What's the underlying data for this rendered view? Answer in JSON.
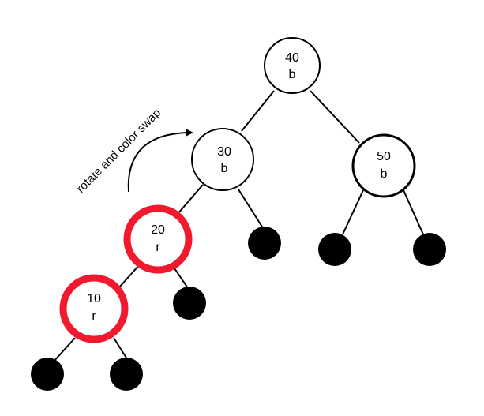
{
  "title": "Red-black tree rotation",
  "annotation": {
    "label": "rotate and color swap",
    "icon": "curved-arrow-icon"
  },
  "colors": {
    "red": "#f0192d",
    "black": "#000000",
    "fill": "#ffffff"
  },
  "nodes": [
    {
      "id": "n40",
      "key": "40",
      "color_label": "b",
      "color": "black"
    },
    {
      "id": "n30",
      "key": "30",
      "color_label": "b",
      "color": "black"
    },
    {
      "id": "n50",
      "key": "50",
      "color_label": "b",
      "color": "black"
    },
    {
      "id": "n20",
      "key": "20",
      "color_label": "r",
      "color": "red"
    },
    {
      "id": "n10",
      "key": "10",
      "color_label": "r",
      "color": "red"
    }
  ],
  "nil_leaves": [
    {
      "id": "nil-30-right",
      "parent": "30"
    },
    {
      "id": "nil-50-left",
      "parent": "50"
    },
    {
      "id": "nil-50-right",
      "parent": "50"
    },
    {
      "id": "nil-20-right",
      "parent": "20"
    },
    {
      "id": "nil-10-left",
      "parent": "10"
    },
    {
      "id": "nil-10-right",
      "parent": "10"
    }
  ],
  "edges": [
    {
      "from": "40",
      "to": "30"
    },
    {
      "from": "40",
      "to": "50"
    },
    {
      "from": "30",
      "to": "20"
    },
    {
      "from": "30",
      "to": "nil-30-right"
    },
    {
      "from": "50",
      "to": "nil-50-left"
    },
    {
      "from": "50",
      "to": "nil-50-right"
    },
    {
      "from": "20",
      "to": "10"
    },
    {
      "from": "20",
      "to": "nil-20-right"
    },
    {
      "from": "10",
      "to": "nil-10-left"
    },
    {
      "from": "10",
      "to": "nil-10-right"
    }
  ]
}
